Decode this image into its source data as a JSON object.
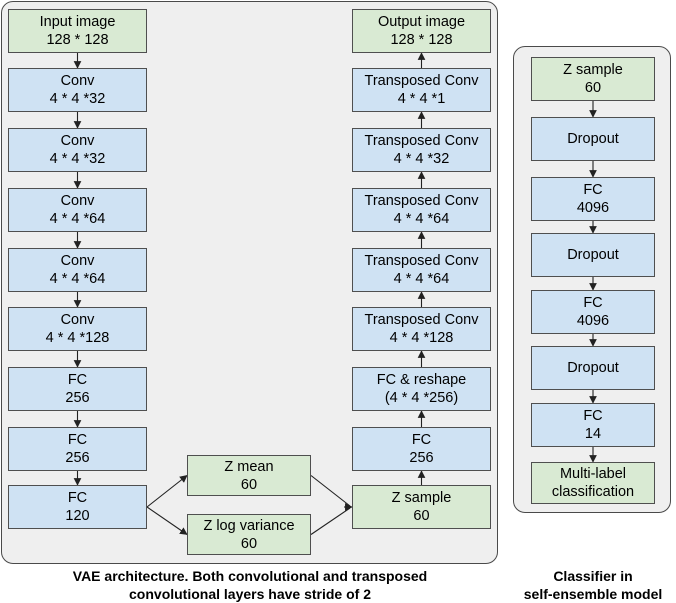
{
  "encoder": [
    {
      "id": "input",
      "color": "green",
      "lines": [
        "Input image",
        "128 * 128"
      ]
    },
    {
      "id": "conv-1",
      "color": "blue",
      "lines": [
        "Conv",
        "4 * 4 *32"
      ]
    },
    {
      "id": "conv-2",
      "color": "blue",
      "lines": [
        "Conv",
        "4 * 4 *32"
      ]
    },
    {
      "id": "conv-3",
      "color": "blue",
      "lines": [
        "Conv",
        "4 * 4 *64"
      ]
    },
    {
      "id": "conv-4",
      "color": "blue",
      "lines": [
        "Conv",
        "4 * 4 *64"
      ]
    },
    {
      "id": "conv-5",
      "color": "blue",
      "lines": [
        "Conv",
        "4 * 4 *128"
      ]
    },
    {
      "id": "fc-1",
      "color": "blue",
      "lines": [
        "FC",
        "256"
      ]
    },
    {
      "id": "fc-2",
      "color": "blue",
      "lines": [
        "FC",
        "256"
      ]
    },
    {
      "id": "fc-3",
      "color": "blue",
      "lines": [
        "FC",
        "120"
      ]
    }
  ],
  "latent": [
    {
      "id": "z-mean",
      "color": "green",
      "lines": [
        "Z mean",
        "60"
      ]
    },
    {
      "id": "z-log-variance",
      "color": "green",
      "lines": [
        "Z log variance",
        "60"
      ]
    }
  ],
  "decoder": [
    {
      "id": "output",
      "color": "green",
      "lines": [
        "Output image",
        "128 * 128"
      ]
    },
    {
      "id": "tconv-1",
      "color": "blue",
      "lines": [
        "Transposed Conv",
        "4 * 4 *1"
      ]
    },
    {
      "id": "tconv-2",
      "color": "blue",
      "lines": [
        "Transposed Conv",
        "4 * 4 *32"
      ]
    },
    {
      "id": "tconv-3",
      "color": "blue",
      "lines": [
        "Transposed Conv",
        "4 * 4 *64"
      ]
    },
    {
      "id": "tconv-4",
      "color": "blue",
      "lines": [
        "Transposed Conv",
        "4 * 4 *64"
      ]
    },
    {
      "id": "tconv-5",
      "color": "blue",
      "lines": [
        "Transposed Conv",
        "4 * 4 *128"
      ]
    },
    {
      "id": "fc-reshape",
      "color": "blue",
      "lines": [
        "FC & reshape",
        "(4 * 4 *256)"
      ]
    },
    {
      "id": "fc-dec",
      "color": "blue",
      "lines": [
        "FC",
        "256"
      ]
    },
    {
      "id": "z-sample",
      "color": "green",
      "lines": [
        "Z sample",
        "60"
      ]
    }
  ],
  "classifier": [
    {
      "id": "clf-z-sample",
      "color": "green",
      "lines": [
        "Z sample",
        "60"
      ]
    },
    {
      "id": "dropout-1",
      "color": "blue",
      "lines": [
        "Dropout"
      ]
    },
    {
      "id": "fc-4096-a",
      "color": "blue",
      "lines": [
        "FC",
        "4096"
      ]
    },
    {
      "id": "dropout-2",
      "color": "blue",
      "lines": [
        "Dropout"
      ]
    },
    {
      "id": "fc-4096-b",
      "color": "blue",
      "lines": [
        "FC",
        "4096"
      ]
    },
    {
      "id": "dropout-3",
      "color": "blue",
      "lines": [
        "Dropout"
      ]
    },
    {
      "id": "fc-14",
      "color": "blue",
      "lines": [
        "FC",
        "14"
      ]
    },
    {
      "id": "multilabel",
      "color": "green",
      "lines": [
        "Multi-label",
        "classification"
      ]
    }
  ],
  "captions": {
    "vae": [
      "VAE architecture. Both convolutional and transposed",
      "convolutional layers have stride of 2"
    ],
    "classifier": [
      "Classifier in",
      "self-ensemble model"
    ]
  },
  "colors": {
    "blue": "#cfe2f3",
    "green": "#d9ead3",
    "panel": "#efefef",
    "border": "#4f4f4f",
    "arrow": "#222222"
  }
}
